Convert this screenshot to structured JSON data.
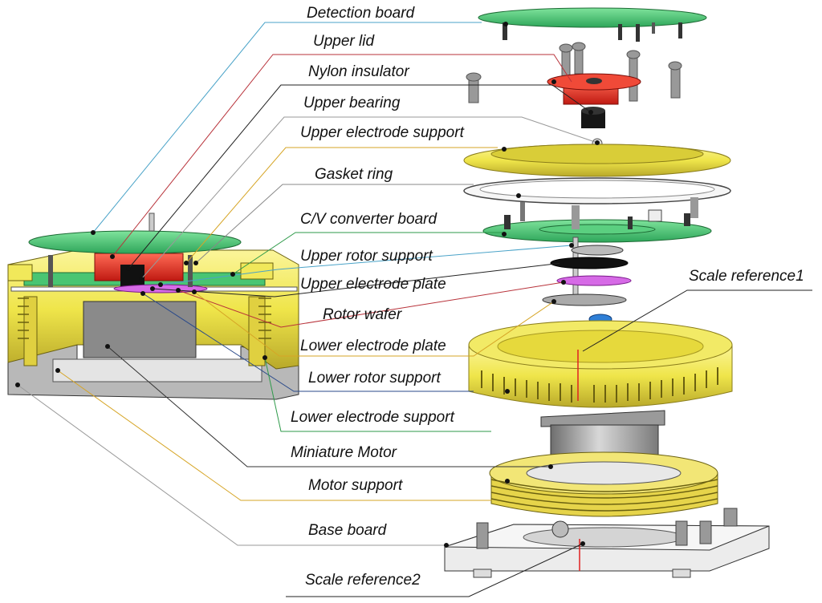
{
  "labels": {
    "detection_board": "Detection board",
    "upper_lid": "Upper  lid",
    "nylon_insulator": "Nylon insulator",
    "upper_bearing": "Upper bearing",
    "upper_electrode_support": "Upper electrode support",
    "gasket_ring": "Gasket ring",
    "cv_converter_board": "C/V converter board",
    "upper_rotor_support": "Upper rotor support",
    "upper_electrode_plate": "Upper electrode plate",
    "rotor_wafer": "Rotor wafer",
    "lower_electrode_plate": "Lower electrode plate",
    "lower_rotor_support": "Lower rotor support",
    "lower_electrode_support": "Lower electrode support",
    "miniature_motor": "Miniature Motor",
    "motor_support": "Motor support",
    "base_board": "Base board",
    "scale_reference1": "Scale reference1",
    "scale_reference2": "Scale reference2"
  },
  "colors": {
    "green_board": "#3bbf6a",
    "red_lid": "#e8281e",
    "yellow_part": "#f0e84a",
    "yellow_dark": "#c9b92a",
    "grey_motor": "#a8a8a8",
    "white_ring": "#f4f4f4",
    "magenta_plate": "#c23fd8",
    "blue_motor_cap": "#2f7fd6",
    "leader_blue": "#4aa3c8",
    "leader_red": "#b8323a",
    "leader_gold": "#d6a526",
    "leader_green": "#2e9a4a"
  }
}
